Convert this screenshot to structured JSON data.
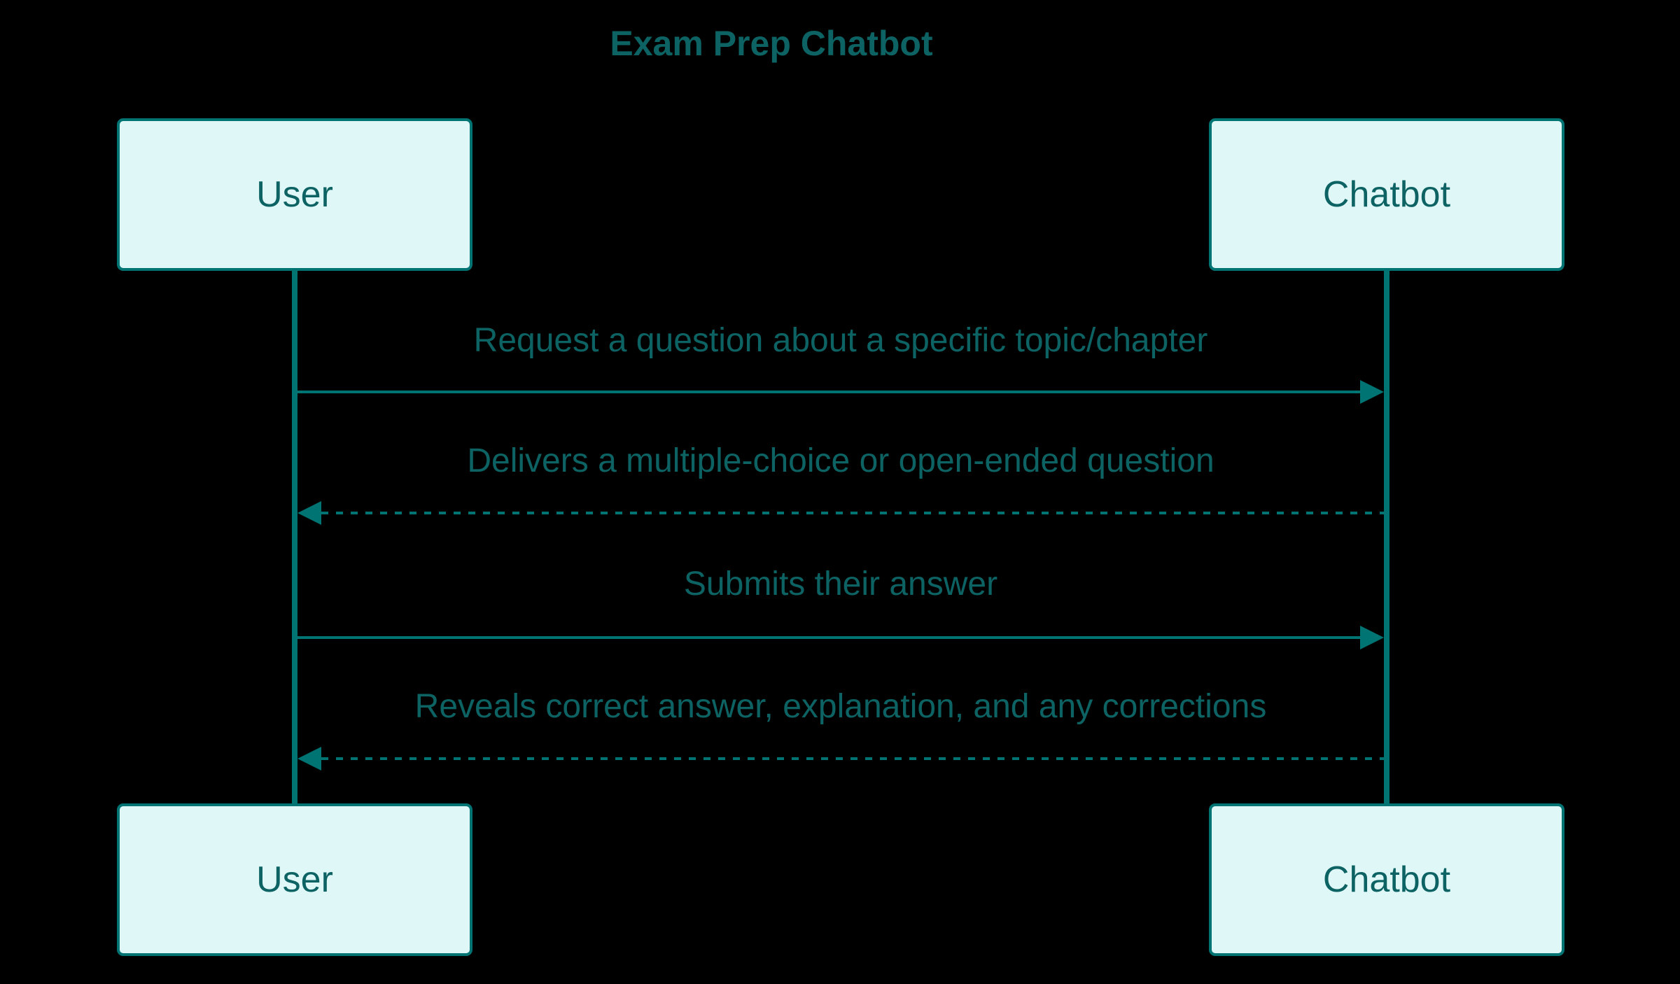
{
  "title": "Exam Prep Chatbot",
  "actors": [
    {
      "id": "user",
      "label": "User"
    },
    {
      "id": "chatbot",
      "label": "Chatbot"
    }
  ],
  "messages": [
    {
      "from": "User",
      "to": "Chatbot",
      "line": "solid",
      "arrow_direction": "right",
      "text": "Request a question about a specific topic/chapter"
    },
    {
      "from": "Chatbot",
      "to": "User",
      "line": "dashed",
      "arrow_direction": "left",
      "text": "Delivers a multiple-choice or open-ended question"
    },
    {
      "from": "User",
      "to": "Chatbot",
      "line": "solid",
      "arrow_direction": "right",
      "text": "Submits their answer"
    },
    {
      "from": "Chatbot",
      "to": "User",
      "line": "dashed",
      "arrow_direction": "left",
      "text": "Reveals correct answer, explanation, and any corrections"
    }
  ],
  "colors": {
    "background": "#000000",
    "box-fill": "#dff7f7",
    "stroke": "#007373",
    "text": "#0d6363"
  }
}
